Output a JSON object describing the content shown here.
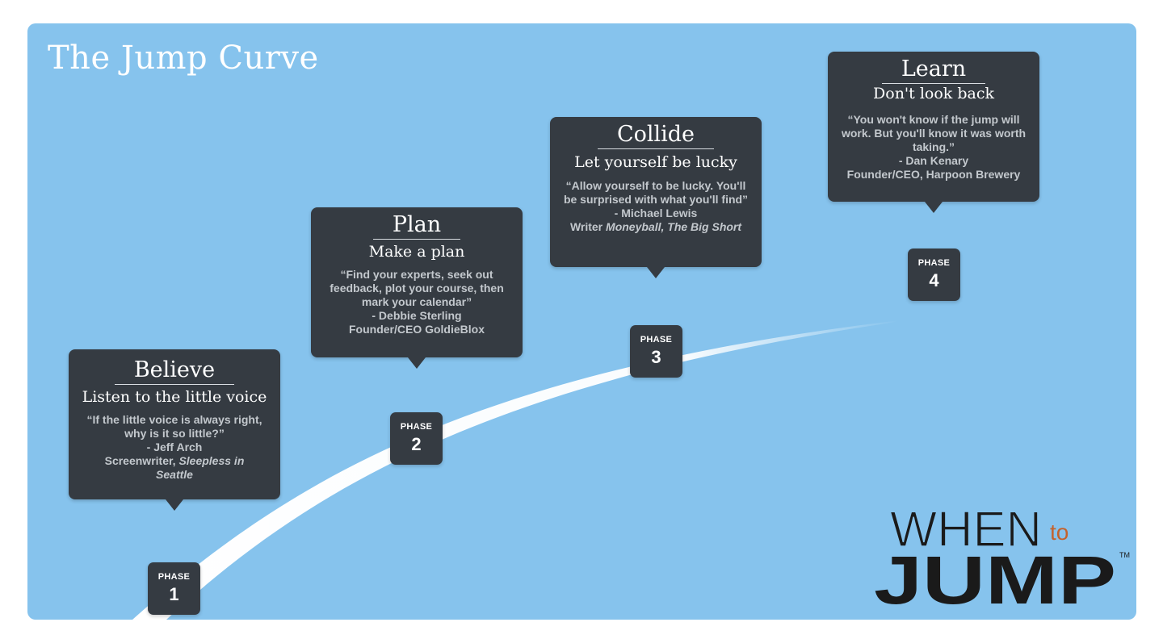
{
  "title": "The Jump Curve",
  "colors": {
    "background": "#86c3ed",
    "card": "#353b42",
    "curve": "#ffffff",
    "logo_dark": "#1a1a1a",
    "logo_accent": "#c4622d"
  },
  "phase_label": "PHASE",
  "phases": [
    {
      "number": "1",
      "title": "Believe",
      "subtitle": "Listen to the little voice",
      "quote": "“If the little voice is always right, why is it so little?”",
      "attribution": "- Jeff Arch",
      "role": "Screenwriter,",
      "work": "Sleepless in Seattle"
    },
    {
      "number": "2",
      "title": "Plan",
      "subtitle": "Make a plan",
      "quote": "“Find your experts, seek out feedback, plot your course, then mark your calendar”",
      "attribution": "- Debbie Sterling",
      "role": "Founder/CEO GoldieBlox",
      "work": ""
    },
    {
      "number": "3",
      "title": "Collide",
      "subtitle": "Let yourself be lucky",
      "quote": "“Allow yourself to be lucky. You'll be surprised with what you'll find”",
      "attribution": "- Michael Lewis",
      "role": "Writer",
      "work": "Moneyball, The Big Short"
    },
    {
      "number": "4",
      "title": "Learn",
      "subtitle": "Don't look back",
      "quote": "“You won't know if the jump will work. But you'll know it was worth taking.”",
      "attribution": "- Dan Kenary",
      "role": "Founder/CEO, Harpoon Brewery",
      "work": ""
    }
  ],
  "logo": {
    "line1": "WHEN",
    "accent": "to",
    "line2": "JUMP",
    "tm": "TM"
  }
}
